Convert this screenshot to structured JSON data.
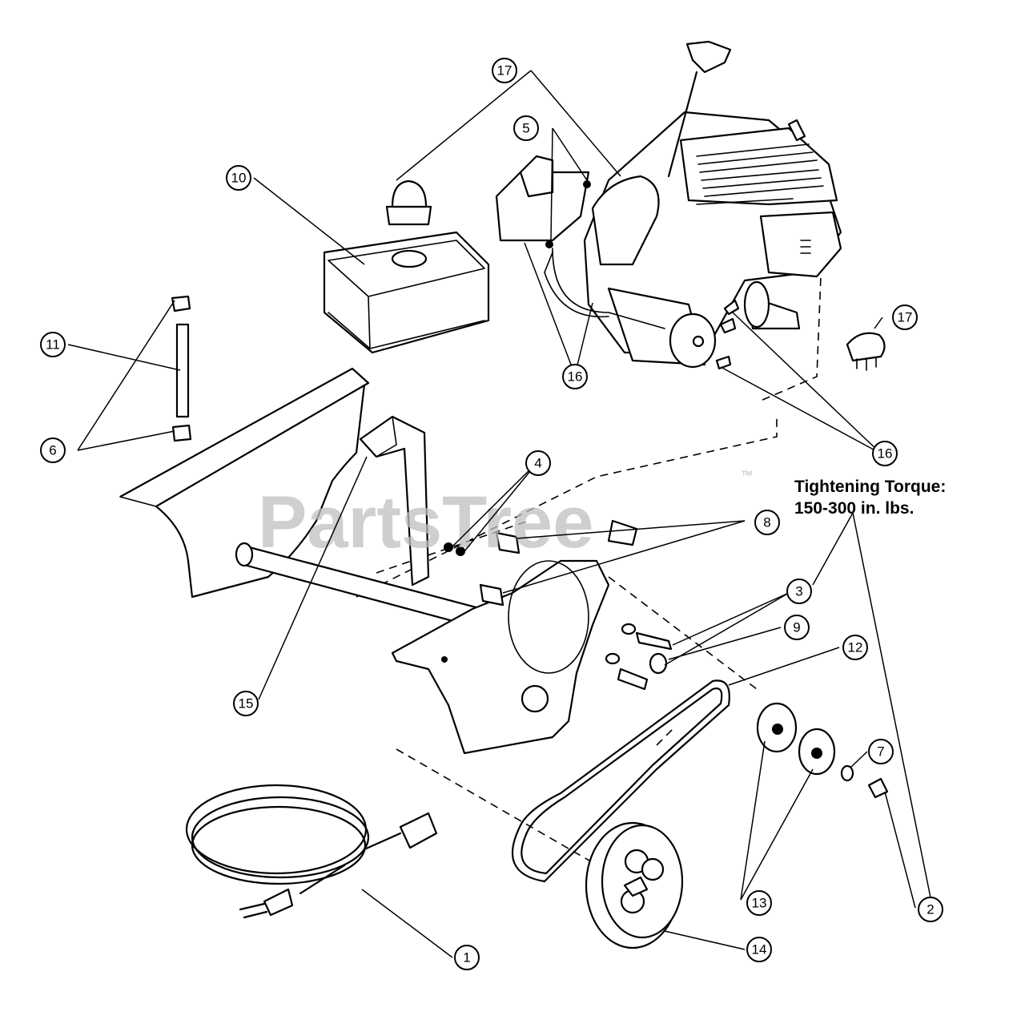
{
  "watermark": {
    "text": "PartsTree",
    "trademark": "™"
  },
  "torque_note": {
    "line1": "Tightening Torque:",
    "line2": "150-300 in. lbs."
  },
  "callouts": [
    {
      "id": "c1",
      "label": "1"
    },
    {
      "id": "c2",
      "label": "2"
    },
    {
      "id": "c3",
      "label": "3"
    },
    {
      "id": "c4",
      "label": "4"
    },
    {
      "id": "c5",
      "label": "5"
    },
    {
      "id": "c6",
      "label": "6"
    },
    {
      "id": "c7",
      "label": "7"
    },
    {
      "id": "c8",
      "label": "8"
    },
    {
      "id": "c9",
      "label": "9"
    },
    {
      "id": "c10",
      "label": "10"
    },
    {
      "id": "c11",
      "label": "11"
    },
    {
      "id": "c12",
      "label": "12"
    },
    {
      "id": "c13",
      "label": "13"
    },
    {
      "id": "c14",
      "label": "14"
    },
    {
      "id": "c15",
      "label": "15"
    },
    {
      "id": "c16a",
      "label": "16"
    },
    {
      "id": "c16b",
      "label": "16"
    },
    {
      "id": "c17a",
      "label": "17"
    },
    {
      "id": "c17b",
      "label": "17"
    }
  ]
}
